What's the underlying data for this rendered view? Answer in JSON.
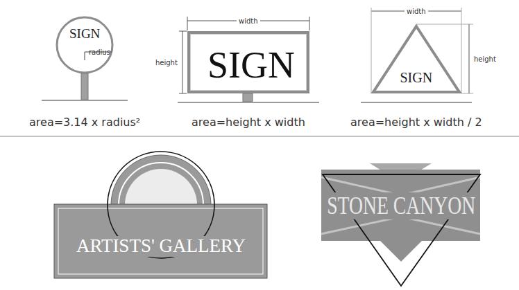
{
  "diagram": {
    "nodes": [
      {
        "text": [
          "SIGN",
          "radius"
        ]
      },
      {
        "text": [
          "SIGN"
        ]
      },
      {
        "text": [
          "SIGN"
        ]
      },
      {
        "text": [
          "ARTISTS' GALLERY"
        ]
      },
      {
        "text": [
          "STONE CANYON"
        ]
      }
    ],
    "labels": [
      "area=3.14 x radius²",
      "width",
      "height",
      "area=height x width",
      "width",
      "height",
      "area=height x width / 2"
    ]
  }
}
